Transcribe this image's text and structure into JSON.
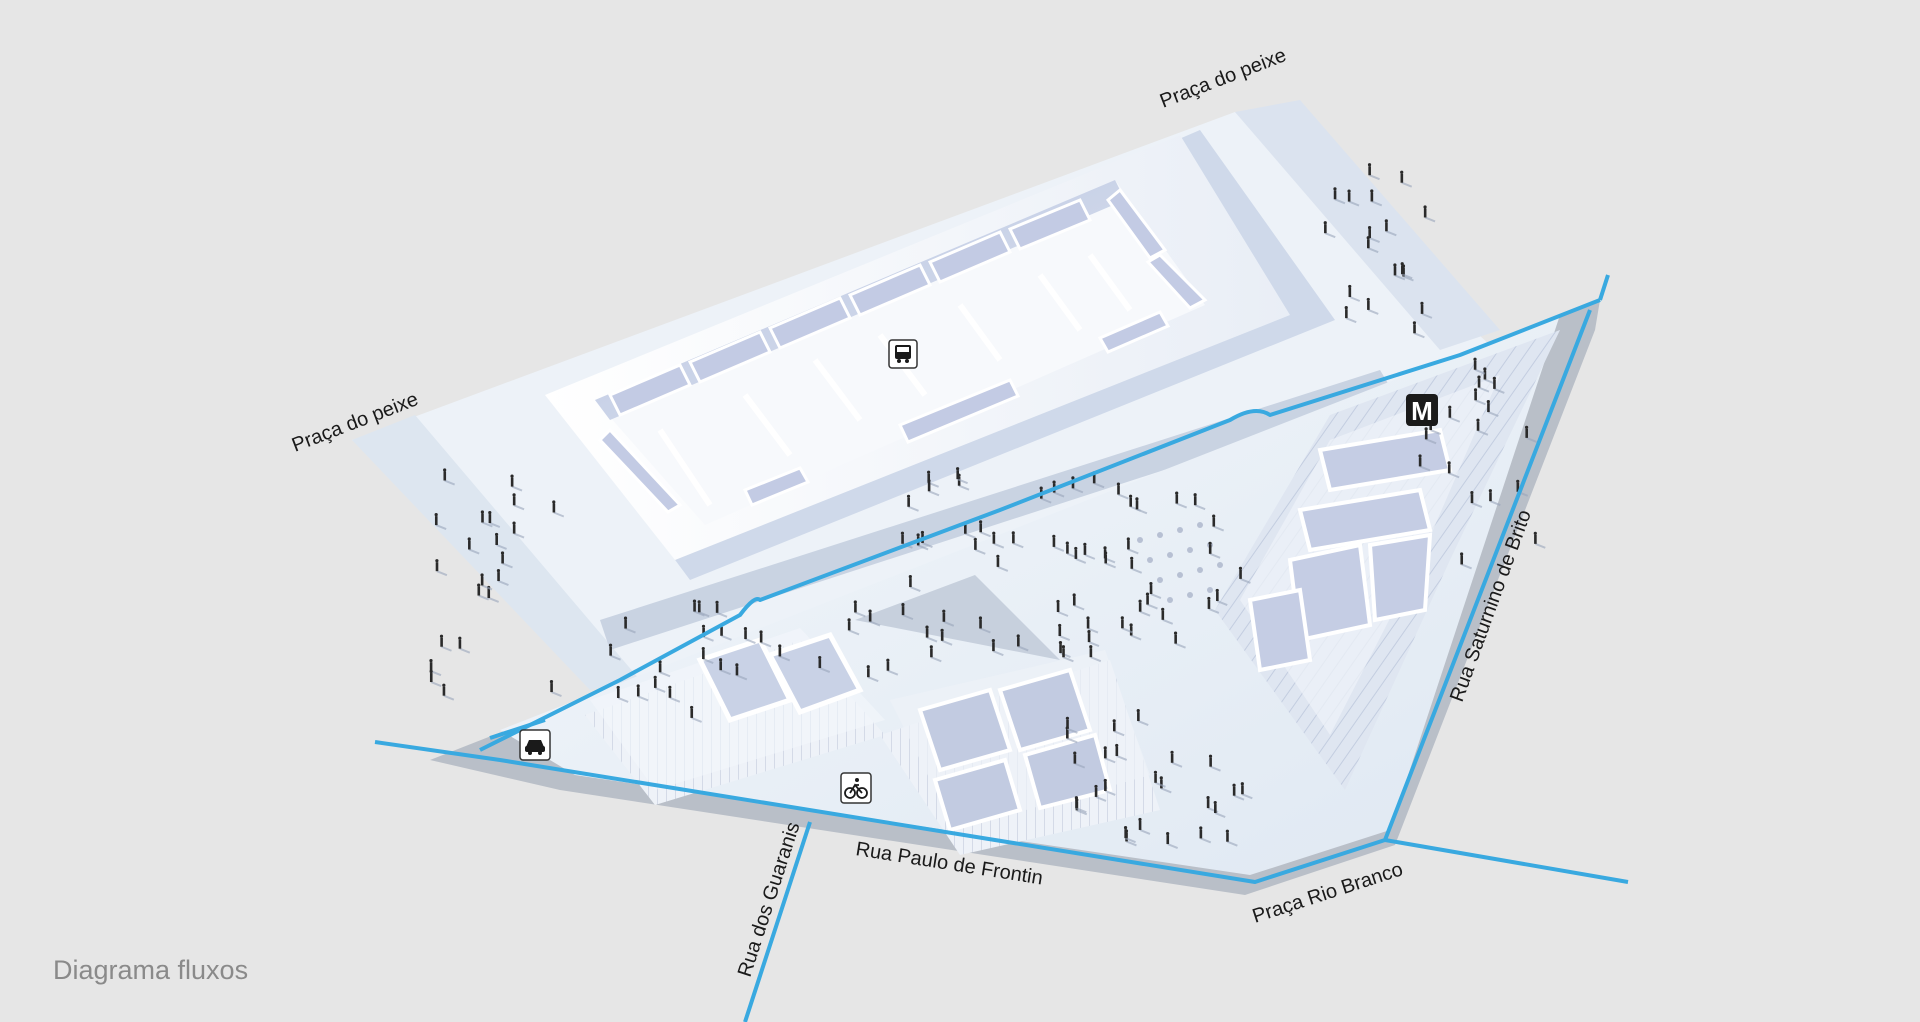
{
  "labels": {
    "praca_peixe_top": "Praça do peixe",
    "praca_peixe_left": "Praça do peixe",
    "rua_saturnino": "Rua Saturnino de Brito",
    "rua_paulo": "Rua Paulo de Frontin",
    "rua_guaranis": "Rua dos Guaranis",
    "praca_rio_branco": "Praça Rio Branco"
  },
  "caption": "Diagrama fluxos",
  "icons": {
    "metro": {
      "name": "metro-icon",
      "letter": "M"
    },
    "bus": {
      "name": "bus-icon"
    },
    "car": {
      "name": "car-icon"
    },
    "bike": {
      "name": "bicycle-icon"
    }
  },
  "colors": {
    "flow_line": "#39a9e0",
    "background": "#e6e6e6"
  }
}
